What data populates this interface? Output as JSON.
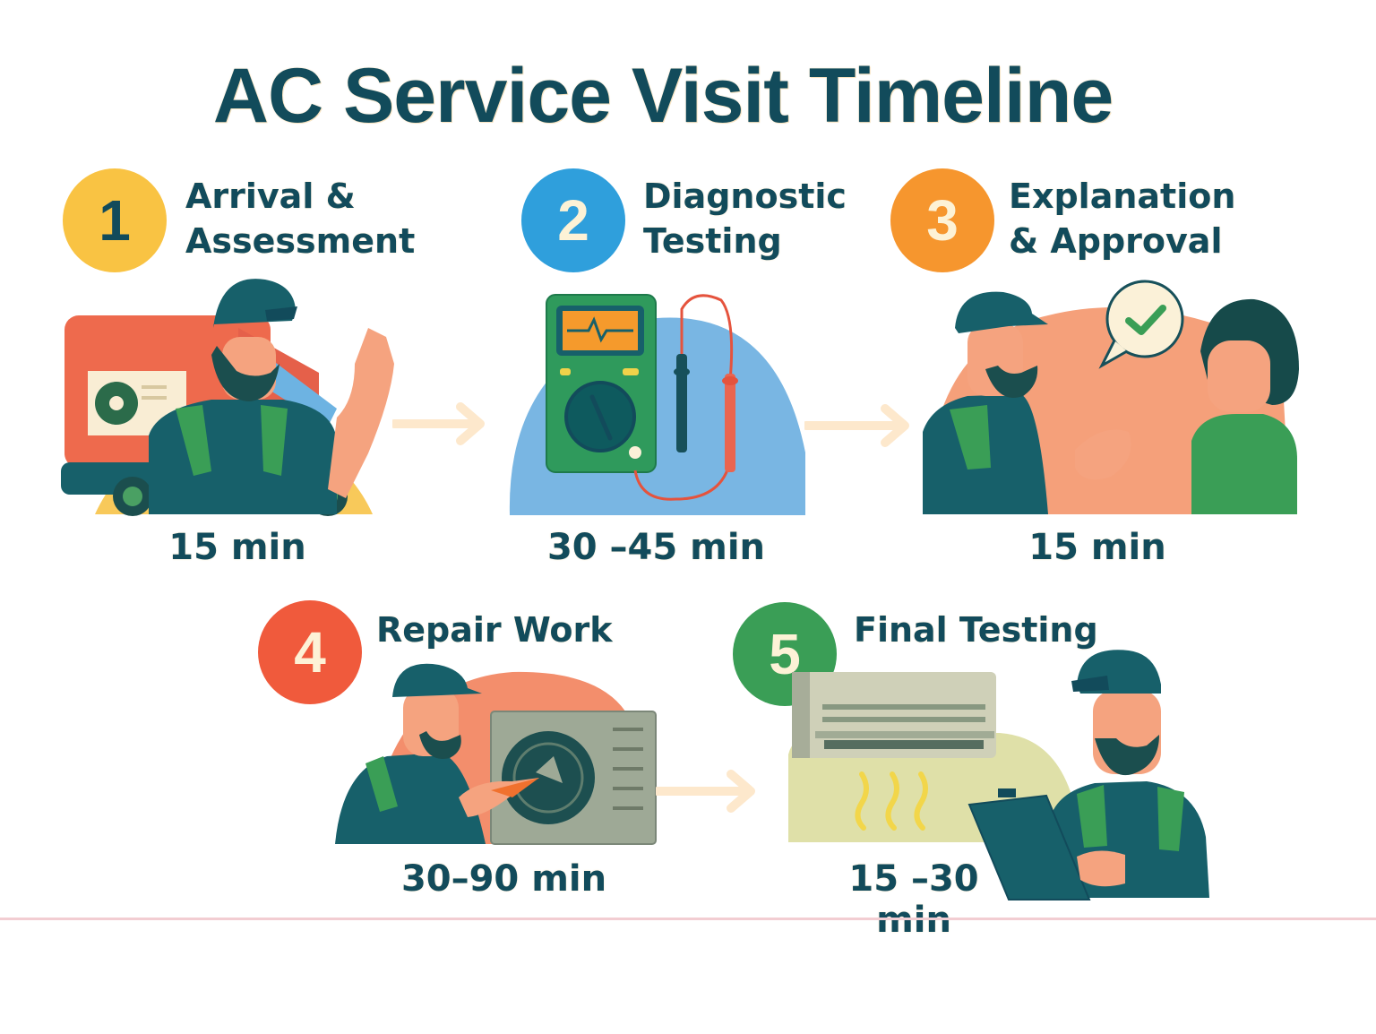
{
  "title": "AC Service Visit Timeline",
  "colors": {
    "text": "#124b5b",
    "step1": "#f9c343",
    "step2": "#2f9fdc",
    "step3": "#f6962e",
    "step4": "#f05a3c",
    "step5": "#3a9e56",
    "arrow": "#fde8cc",
    "divider": "#f2cdd2"
  },
  "steps": [
    {
      "number": "1",
      "title": "Arrival &\nAssessment",
      "duration": "15 min",
      "illustration": "technician-waving-with-van"
    },
    {
      "number": "2",
      "title": "Diagnostic\nTesting",
      "duration": "30 –45 min",
      "illustration": "multimeter-with-probes"
    },
    {
      "number": "3",
      "title": "Explanation\n& Approval",
      "duration": "15 min",
      "illustration": "technician-talking-to-customer-with-check-bubble"
    },
    {
      "number": "4",
      "title": "Repair Work",
      "duration": "30–90 min",
      "illustration": "technician-repairing-outdoor-unit"
    },
    {
      "number": "5",
      "title": "Final Testing",
      "duration": "15 –30 min",
      "illustration": "technician-with-clipboard-and-wall-ac"
    }
  ],
  "arrows": [
    "step1-to-step2",
    "step2-to-step3",
    "step4-to-step5"
  ]
}
